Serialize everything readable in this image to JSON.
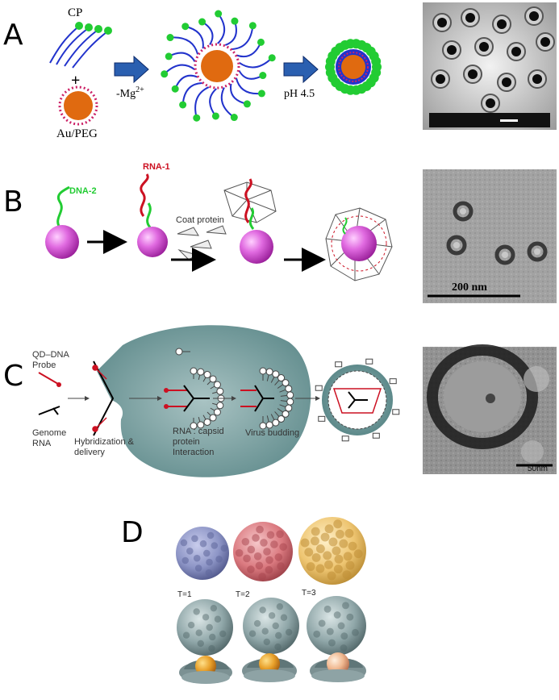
{
  "panels": {
    "A": {
      "label": "A",
      "cp": "CP",
      "plus": "+",
      "aupeg": "Au/PEG",
      "mg_text": "-Mg",
      "mg_sup": "2+",
      "ph": "pH 4.5"
    },
    "B": {
      "label": "B",
      "dna2": "DNA-2",
      "rna1": "RNA-1",
      "coat": "Coat protein",
      "scale": "200 nm"
    },
    "C": {
      "label": "C",
      "qd1": "QD–DNA",
      "qd2": "Probe",
      "genome1": "Genome",
      "genome2": "RNA",
      "hyb1": "Hybridization &",
      "hyb2": "delivery",
      "rna1": "RNA : capsid",
      "rna2": "protein",
      "rna3": "Interaction",
      "budding": "Virus budding",
      "scale": "50nm"
    },
    "D": {
      "label": "D",
      "t1": "T=1",
      "t2": "T=2",
      "t3": "T=3"
    }
  },
  "colors": {
    "coat_green": "#22cc33",
    "rna_blue": "#2233cc",
    "gold_core": "#e06a10",
    "peg_pink": "#cc2266",
    "arrow_blue": "#2a5fb0",
    "sphere_magenta": "#d84ad8",
    "rna_red": "#cc1122",
    "cell_teal": "#5f8f8f",
    "t1_blue": "#8d95c6",
    "t2_red": "#db7a80",
    "t3_gold": "#eec571",
    "gray_capsid": "#7f9a9c"
  }
}
